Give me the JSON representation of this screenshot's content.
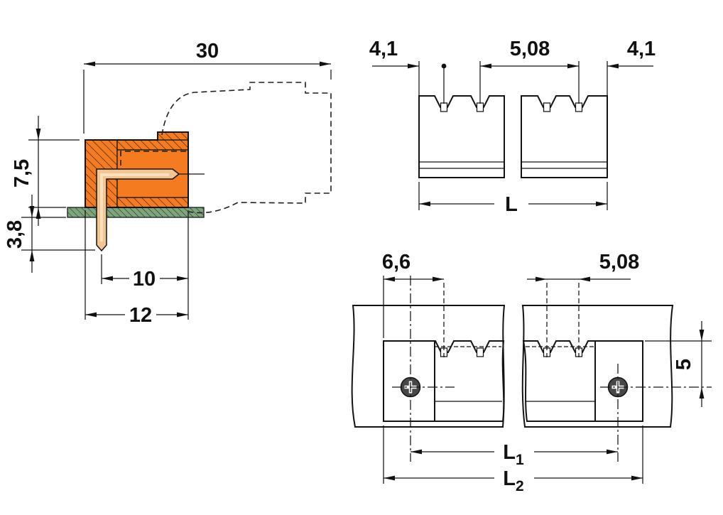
{
  "views": {
    "side": {
      "overall_depth": "30",
      "height_above_board": "7,5",
      "pin_length_below_board": "3,8",
      "pin_to_mating_face": "10",
      "body_depth": "12"
    },
    "front": {
      "end_margin_left": "4,1",
      "pole_pitch": "5,08",
      "end_margin_right": "4,1",
      "total_length": "L"
    },
    "panel": {
      "flange_to_first_pole": "6,6",
      "pole_pitch": "5,08",
      "panel_edge_to_screw_axis": "5",
      "l1": {
        "base": "L",
        "sub": "1"
      },
      "l2": {
        "base": "L",
        "sub": "2"
      }
    }
  },
  "colors": {
    "connector_orange": "#F47B20",
    "flange_red": "#E8501E",
    "panel_green": "#7EA67C",
    "pin_copper": "#F3C593",
    "line_black": "#131313"
  }
}
